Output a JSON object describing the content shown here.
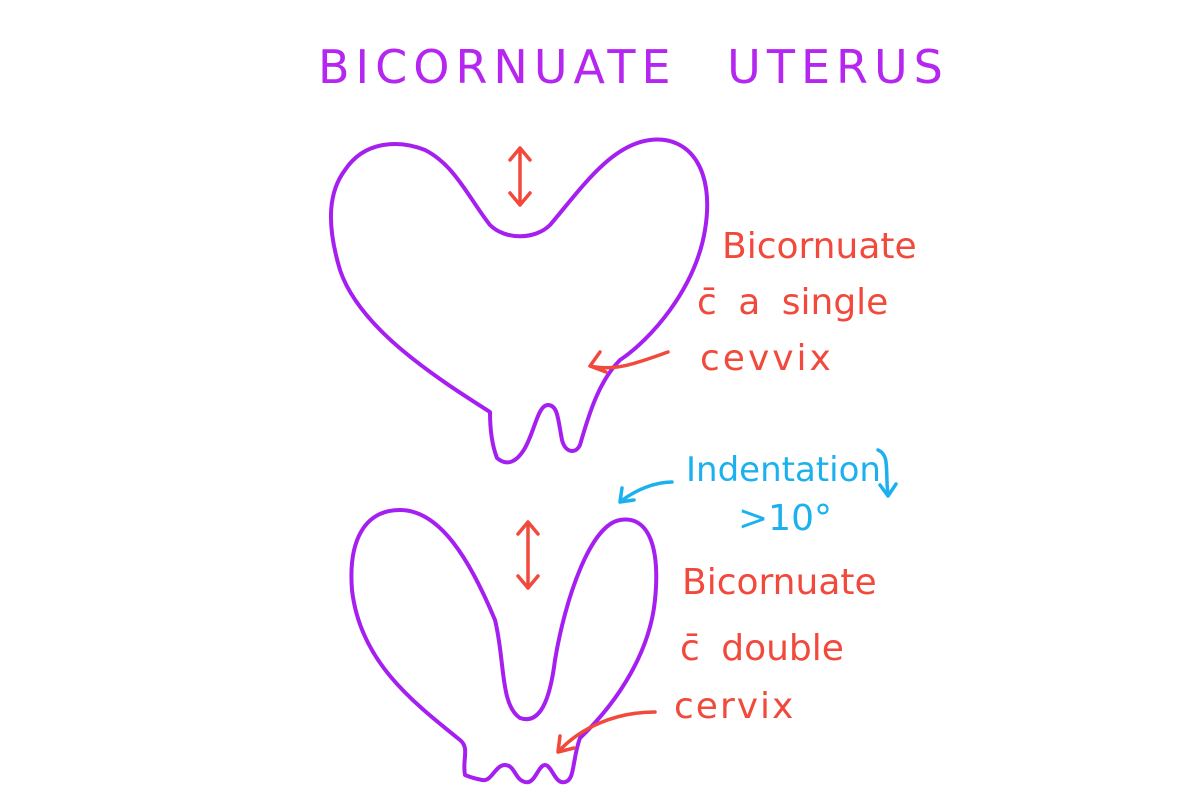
{
  "title": "BICORNUATE UTERUS",
  "top_label": {
    "line1": "Bicornuate",
    "line2": "c̄ a single",
    "line3": "cevvix"
  },
  "indentation": {
    "line1": "Indentation",
    "line2": ">10°"
  },
  "bottom_label": {
    "line1": "Bicornuate",
    "line2": "c̄ double",
    "line3": "cervix"
  },
  "colors": {
    "outline": "#a51ff0",
    "annotation": "#f1493c",
    "indentation": "#1cb1ee"
  }
}
